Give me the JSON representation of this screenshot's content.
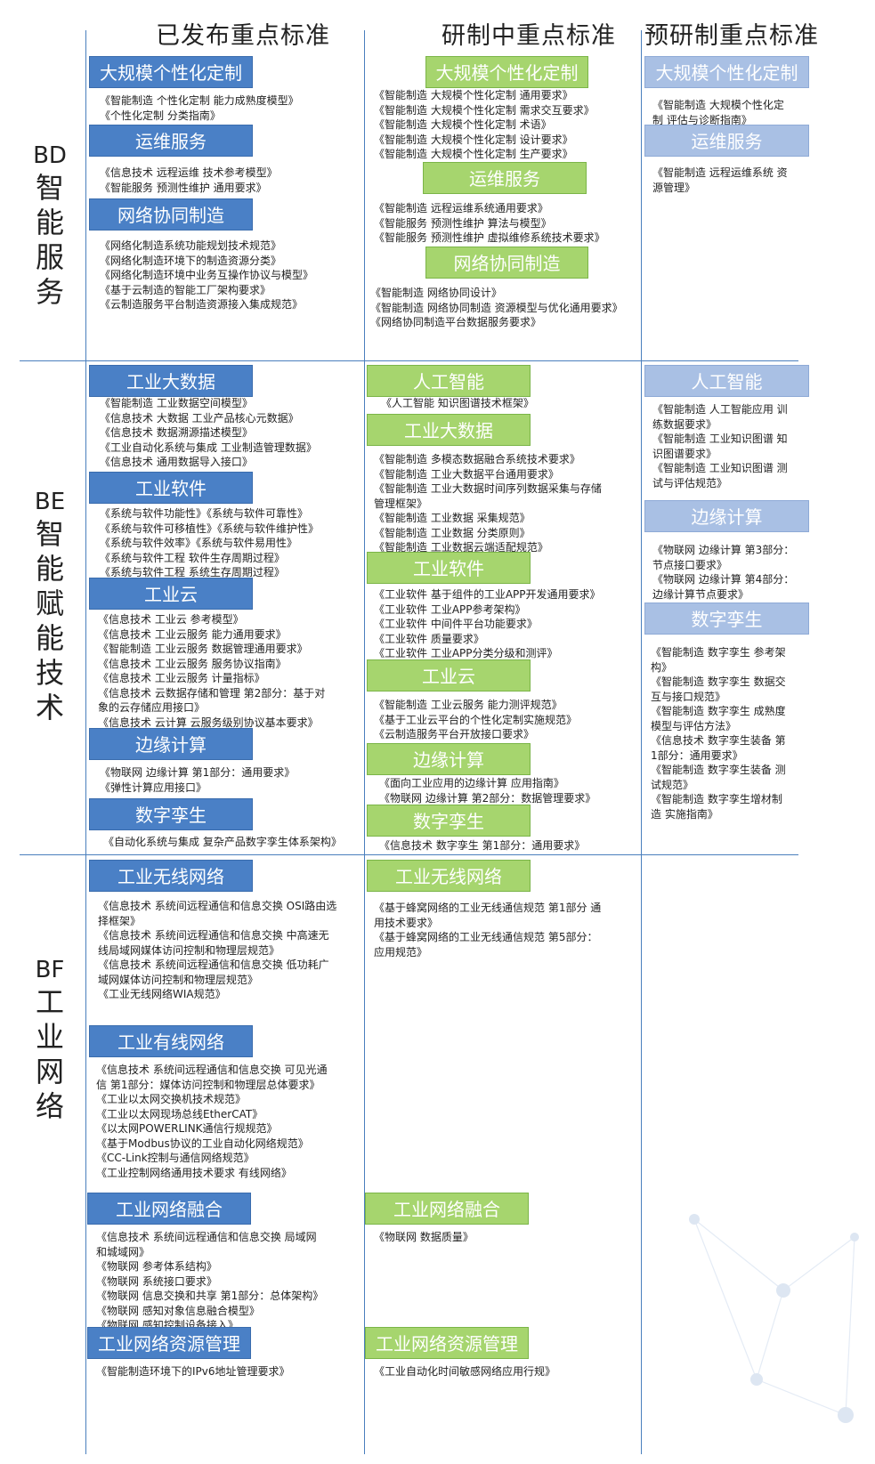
{
  "headers": {
    "published": "已发布重点标准",
    "developing": "研制中重点标准",
    "pre_research": "预研制重点标准"
  },
  "rows": {
    "bd": {
      "code": "BD",
      "chars": [
        "智",
        "能",
        "服",
        "务"
      ]
    },
    "be": {
      "code": "BE",
      "chars": [
        "智",
        "能",
        "赋",
        "能",
        "技",
        "术"
      ]
    },
    "bf": {
      "code": "BF",
      "chars": [
        "工",
        "业",
        "网",
        "络"
      ]
    }
  },
  "groups": {
    "bd_pub_custom": {
      "title": "大规模个性化定制",
      "items": [
        "《智能制造 个性化定制 能力成熟度模型》",
        "《个性化定制 分类指南》"
      ]
    },
    "bd_pub_ops": {
      "title": "运维服务",
      "items": [
        "《信息技术 远程运维 技术参考模型》",
        "《智能服务 预测性维护 通用要求》"
      ]
    },
    "bd_pub_net": {
      "title": "网络协同制造",
      "items": [
        "《网络化制造系统功能规划技术规范》",
        "《网络化制造环境下的制造资源分类》",
        "《网络化制造环境中业务互操作协议与模型》",
        "《基于云制造的智能工厂架构要求》",
        "《云制造服务平台制造资源接入集成规范》"
      ]
    },
    "bd_dev_custom": {
      "title": "大规模个性化定制",
      "items": [
        "《智能制造 大规模个性化定制 通用要求》",
        "《智能制造 大规模个性化定制 需求交互要求》",
        "《智能制造 大规模个性化定制 术语》",
        "《智能制造 大规模个性化定制 设计要求》",
        "《智能制造 大规模个性化定制 生产要求》"
      ]
    },
    "bd_dev_ops": {
      "title": "运维服务",
      "items": [
        "《智能制造 远程运维系统通用要求》",
        "《智能服务 预测性维护 算法与模型》",
        "《智能服务 预测性维护 虚拟维修系统技术要求》"
      ]
    },
    "bd_dev_net": {
      "title": "网络协同制造",
      "items": [
        "《智能制造 网络协同设计》",
        "《智能制造 网络协同制造 资源模型与优化通用要求》",
        "《网络协同制造平台数据服务要求》"
      ]
    },
    "bd_pre_custom": {
      "title": "大规模个性化定制",
      "items": [
        "《智能制造 大规模个性化定",
        "制 评估与诊断指南》"
      ]
    },
    "bd_pre_ops": {
      "title": "运维服务",
      "items": [
        "《智能制造 远程运维系统 资",
        "源管理》"
      ]
    },
    "be_pub_bigdata": {
      "title": "工业大数据",
      "items": [
        "《智能制造 工业数据空间模型》",
        "《信息技术 大数据 工业产品核心元数据》",
        "《信息技术 数据溯源描述模型》",
        "《工业自动化系统与集成 工业制造管理数据》",
        "《信息技术 通用数据导入接口》"
      ]
    },
    "be_pub_software": {
      "title": "工业软件",
      "items": [
        "《系统与软件功能性》《系统与软件可靠性》",
        "《系统与软件可移植性》《系统与软件维护性》",
        "《系统与软件效率》《系统与软件易用性》",
        "《系统与软件工程 软件生存周期过程》",
        "《系统与软件工程 系统生存周期过程》"
      ]
    },
    "be_pub_cloud": {
      "title": "工业云",
      "items": [
        "《信息技术 工业云 参考模型》",
        "《信息技术 工业云服务 能力通用要求》",
        "《智能制造 工业云服务 数据管理通用要求》",
        "《信息技术 工业云服务 服务协议指南》",
        "《信息技术 工业云服务 计量指标》",
        "《信息技术 云数据存储和管理 第2部分：基于对",
        "象的云存储应用接口》",
        "《信息技术 云计算 云服务级别协议基本要求》"
      ]
    },
    "be_pub_edge": {
      "title": "边缘计算",
      "items": [
        "《物联网 边缘计算 第1部分：通用要求》",
        "《弹性计算应用接口》"
      ]
    },
    "be_pub_twin": {
      "title": "数字孪生",
      "items": [
        "《自动化系统与集成 复杂产品数字孪生体系架构》"
      ]
    },
    "be_dev_ai": {
      "title": "人工智能",
      "items": [
        "《人工智能 知识图谱技术框架》"
      ]
    },
    "be_dev_bigdata": {
      "title": "工业大数据",
      "items": [
        "《智能制造 多模态数据融合系统技术要求》",
        "《智能制造 工业大数据平台通用要求》",
        "《智能制造 工业大数据时间序列数据采集与存储",
        "管理框架》",
        "《智能制造 工业数据 采集规范》",
        "《智能制造 工业数据 分类原则》",
        "《智能制造 工业数据云端适配规范》"
      ]
    },
    "be_dev_software": {
      "title": "工业软件",
      "items": [
        "《工业软件 基于组件的工业APP开发通用要求》",
        "《工业软件 工业APP参考架构》",
        "《工业软件 中间件平台功能要求》",
        "《工业软件 质量要求》",
        "《工业软件 工业APP分类分级和测评》"
      ]
    },
    "be_dev_cloud": {
      "title": "工业云",
      "items": [
        "《智能制造 工业云服务 能力测评规范》",
        "《基于工业云平台的个性化定制实施规范》",
        "《云制造服务平台开放接口要求》"
      ]
    },
    "be_dev_edge": {
      "title": "边缘计算",
      "items": [
        "《面向工业应用的边缘计算 应用指南》",
        "《物联网 边缘计算 第2部分：数据管理要求》"
      ]
    },
    "be_dev_twin": {
      "title": "数字孪生",
      "items": [
        "《信息技术 数字孪生 第1部分：通用要求》"
      ]
    },
    "be_pre_ai": {
      "title": "人工智能",
      "items": [
        "《智能制造 人工智能应用 训",
        "练数据要求》",
        "《智能制造 工业知识图谱 知",
        "识图谱要求》",
        "《智能制造 工业知识图谱 测",
        "试与评估规范》"
      ]
    },
    "be_pre_edge": {
      "title": "边缘计算",
      "items": [
        "《物联网 边缘计算 第3部分：",
        "节点接口要求》",
        "《物联网 边缘计算 第4部分：",
        "边缘计算节点要求》"
      ]
    },
    "be_pre_twin": {
      "title": "数字孪生",
      "items": [
        "《智能制造 数字孪生 参考架",
        "构》",
        "《智能制造 数字孪生 数据交",
        "互与接口规范》",
        "《智能制造 数字孪生 成熟度",
        "模型与评估方法》",
        "《信息技术 数字孪生装备 第",
        "1部分：通用要求》",
        "《智能制造 数字孪生装备 测",
        "试规范》",
        "《智能制造 数字孪生增材制",
        "造 实施指南》"
      ]
    },
    "bf_pub_wireless": {
      "title": "工业无线网络",
      "items": [
        "《信息技术 系统间远程通信和信息交换 OSI路由选",
        "择框架》",
        "《信息技术 系统间远程通信和信息交换 中高速无",
        "线局域网媒体访问控制和物理层规范》",
        "《信息技术 系统间远程通信和信息交换 低功耗广",
        "域网媒体访问控制和物理层规范》",
        "《工业无线网络WIA规范》"
      ]
    },
    "bf_pub_wired": {
      "title": "工业有线网络",
      "items": [
        "《信息技术 系统间远程通信和信息交换 可见光通",
        "信 第1部分：媒体访问控制和物理层总体要求》",
        "《工业以太网交换机技术规范》",
        "《工业以太网现场总线EtherCAT》",
        "《以太网POWERLINK通信行规规范》",
        "《基于Modbus协议的工业自动化网络规范》",
        "《CC-Link控制与通信网络规范》",
        "《工业控制网络通用技术要求 有线网络》"
      ]
    },
    "bf_pub_fusion": {
      "title": "工业网络融合",
      "items": [
        "《信息技术 系统间远程通信和信息交换 局域网",
        "和城域网》",
        "《物联网 参考体系结构》",
        "《物联网 系统接口要求》",
        "《物联网 信息交换和共享 第1部分：总体架构》",
        "《物联网 感知对象信息融合模型》",
        "《物联网 感知控制设备接入》"
      ]
    },
    "bf_pub_resource": {
      "title": "工业网络资源管理",
      "items": [
        "《智能制造环境下的IPv6地址管理要求》"
      ]
    },
    "bf_dev_wireless": {
      "title": "工业无线网络",
      "items": [
        "《基于蜂窝网络的工业无线通信规范 第1部分 通",
        "用技术要求》",
        "《基于蜂窝网络的工业无线通信规范 第5部分：",
        "应用规范》"
      ]
    },
    "bf_dev_fusion": {
      "title": "工业网络融合",
      "items": [
        "《物联网 数据质量》"
      ]
    },
    "bf_dev_resource": {
      "title": "工业网络资源管理",
      "items": [
        "《工业自动化时间敏感网络应用行规》"
      ]
    }
  },
  "colors": {
    "published": "#4a80c6",
    "developing": "#a6d56e",
    "pre_research": "#a9c0e4",
    "divider": "#4a7fbd"
  }
}
